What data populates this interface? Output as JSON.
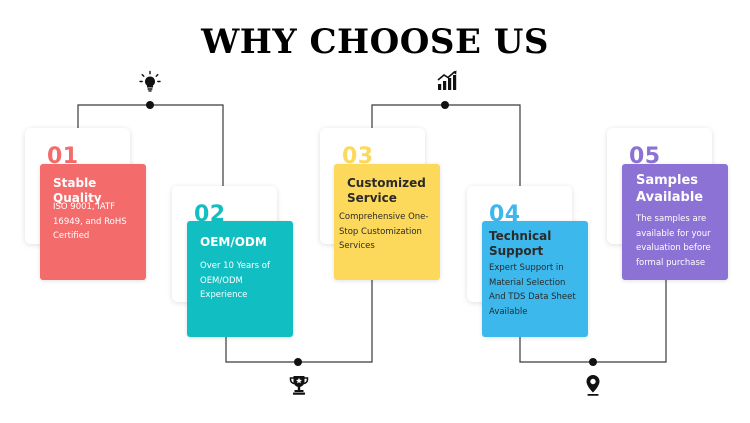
{
  "page": {
    "title": "WHY CHOOSE US"
  },
  "colors": {
    "red": "#f36b6b",
    "teal": "#11bfc3",
    "yellow": "#fcd95a",
    "blue": "#3db8ec",
    "purple": "#8b72d4",
    "line": "#3a3a3a"
  },
  "icons": [
    "lightbulb-icon",
    "chart-growth-icon",
    "trophy-icon",
    "location-pin-icon"
  ],
  "cards": [
    {
      "number": "01",
      "title": "Stable Quality",
      "desc": [
        "ISO 9001, IATF",
        "16949, and RoHS",
        "Certified"
      ]
    },
    {
      "number": "02",
      "title": "OEM/ODM",
      "desc": [
        "Over 10 Years of",
        "OEM/ODM",
        "Experience"
      ]
    },
    {
      "number": "03",
      "title": "Customized Service",
      "title_lines": [
        "Customized",
        "Service"
      ],
      "desc": [
        "Comprehensive One-",
        "Stop Customization",
        "Services"
      ]
    },
    {
      "number": "04",
      "title": "Technical Support",
      "title_lines": [
        "Technical",
        "Support"
      ],
      "desc": [
        "Expert Support in",
        "Material Selection",
        "And TDS Data Sheet",
        "Available"
      ]
    },
    {
      "number": "05",
      "title": "Samples Available",
      "title_lines": [
        "Samples",
        "Available"
      ],
      "desc": [
        "The samples are",
        "available for your",
        "evaluation before",
        "formal purchase"
      ]
    }
  ]
}
